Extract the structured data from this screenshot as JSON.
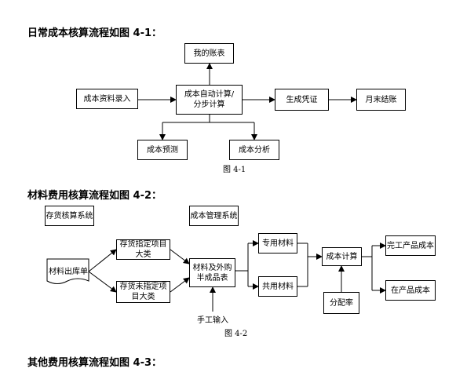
{
  "headings": {
    "h1": "日常成本核算流程如图 4-1：",
    "h2": "材料费用核算流程如图 4-2：",
    "h3": "其他费用核算流程如图 4-3："
  },
  "fig1": {
    "my_ledger": "我的账表",
    "cost_entry": "成本资料录入",
    "auto_calc": "成本自动计算/分步计算",
    "gen_voucher": "生成凭证",
    "month_end": "月末结账",
    "cost_forecast": "成本预测",
    "cost_analysis": "成本分析",
    "caption": "图 4-1"
  },
  "fig2": {
    "inventory_system": "存货核算系统",
    "cost_mgmt_system": "成本管理系统",
    "material_out": "材料出库单",
    "designated_cat": "存货指定项目大类",
    "undesignated_cat": "存货未指定项目大类",
    "material_table": "材料及外购半成品表",
    "manual_input": "手工输入",
    "special_material": "专用材料",
    "shared_material": "共用材料",
    "cost_calc": "成本计算",
    "allocation_rate": "分配率",
    "finished_cost": "完工产品成本",
    "wip_cost": "在产品成本",
    "caption": "图 4-2"
  }
}
